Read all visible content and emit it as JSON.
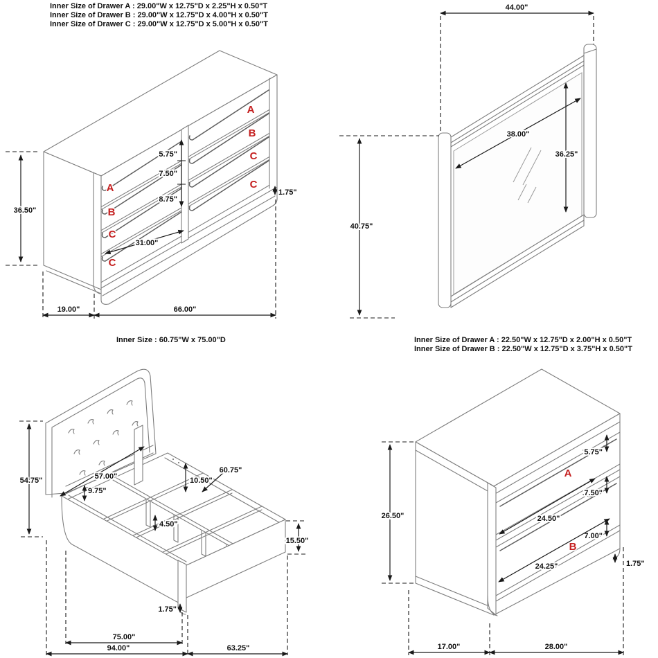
{
  "colors": {
    "red_label": "#c41e1e",
    "line": "#7d7d7d",
    "dim_line": "#1a1a1a",
    "text": "#111111",
    "background": "#ffffff"
  },
  "dresser": {
    "title_lines": [
      "Inner Size of Drawer A : 29.00\"W x 12.75\"D x 2.25\"H x 0.50\"T",
      "Inner Size of Drawer B : 29.00\"W x 12.75\"D x 4.00\"H x 0.50\"T",
      "Inner Size of Drawer C : 29.00\"W x 12.75\"D x 5.00\"H x 0.50\"T"
    ],
    "letters": [
      "A",
      "B",
      "C",
      "C"
    ],
    "dims": {
      "height": "36.50\"",
      "drawer_h1": "5.75\"",
      "drawer_h2": "7.50\"",
      "drawer_h3": "8.75\"",
      "drawer_width": "31.00\"",
      "toe_kick": "1.75\"",
      "depth": "19.00\"",
      "width": "66.00\""
    }
  },
  "mirror": {
    "dims": {
      "width": "44.00\"",
      "height": "40.75\"",
      "glass_width": "38.00\"",
      "glass_height": "36.25\""
    }
  },
  "bed": {
    "title": "Inner Size : 60.75\"W x 75.00\"D",
    "dims": {
      "height": "54.75\"",
      "headboard_inner_width": "57.00\"",
      "rail_band": "9.75\"",
      "rail_inner_height": "10.50\"",
      "inner_width": "60.75\"",
      "slat_leg": "4.50\"",
      "side_rail_height": "15.50\"",
      "foot": "1.75\"",
      "inner_length": "75.00\"",
      "outer_length": "94.00\"",
      "outer_width": "63.25\""
    }
  },
  "nightstand": {
    "title_lines": [
      "Inner Size of Drawer A : 22.50\"W x 12.75\"D x 2.00\"H x 0.50\"T",
      "Inner Size of Drawer B : 22.50\"W x 12.75\"D x 3.75\"H x 0.50\"T"
    ],
    "letters": [
      "A",
      "B"
    ],
    "dims": {
      "height": "26.50\"",
      "gap_top": "5.75\"",
      "gap_mid": "7.50\"",
      "gap_bottom": "7.00\"",
      "drawer_a_width": "24.50\"",
      "drawer_b_width": "24.25\"",
      "toe_kick": "1.75\"",
      "depth": "17.00\"",
      "width": "28.00\""
    }
  }
}
